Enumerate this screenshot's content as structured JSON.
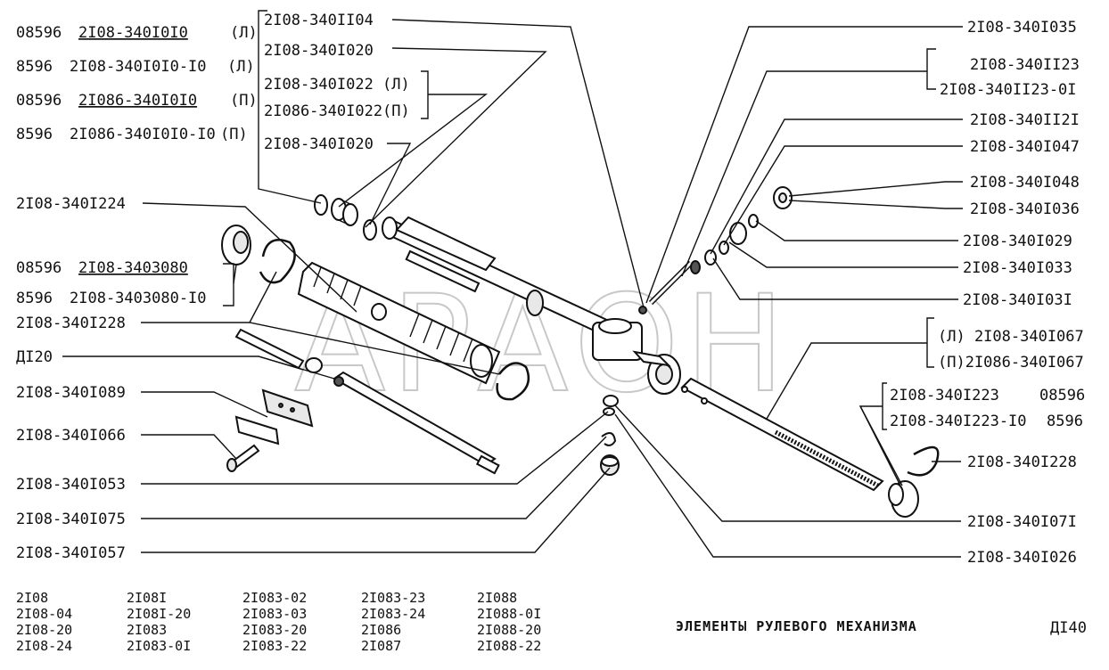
{
  "watermark": "АРАОН",
  "title": "ЭЛЕМЕНТЫ РУЛЕВОГО МЕХАНИЗМА",
  "code": "ДI40",
  "left_labels": [
    {
      "prefix": "08596",
      "part": "2I08-340I0I0",
      "suffix": "(Л)",
      "underline": true
    },
    {
      "prefix": "8596",
      "part": "2I08-340I0I0-I0",
      "suffix": "(Л)",
      "underline": false
    },
    {
      "prefix": "08596",
      "part": "2I086-340I0I0",
      "suffix": "(П)",
      "underline": true
    },
    {
      "prefix": "8596",
      "part": "2I086-340I0I0-I0",
      "suffix": "(П)",
      "underline": false
    }
  ],
  "left_top_group": [
    "2I08-340II04",
    "2I08-340I020",
    "2I08-340I022 (Л)",
    "2I086-340I022(П)",
    "2I08-340I020"
  ],
  "left_mid_labels": {
    "boot": "2I08-340I224",
    "support_a_prefix": "08596",
    "support_a": "2I08-3403080",
    "support_b_prefix": "8596",
    "support_b": "2I08-3403080-I0",
    "clamp": "2I08-340I228",
    "di20": "ДI20",
    "plate": "2I08-340I089",
    "bolt": "2I08-340I066",
    "ring": "2I08-340I053",
    "spring": "2I08-340I075",
    "nut": "2I08-340I057"
  },
  "right_labels": {
    "r1": "2I08-340I035",
    "r2a": "2I08-340II23",
    "r2b": "2I08-340II23-0I",
    "r3": "2I08-340II2I",
    "r4": "2I08-340I047",
    "r5": "2I08-340I048",
    "r6": "2I08-340I036",
    "r7": "2I08-340I029",
    "r8": "2I08-340I033",
    "r9": "2I08-340I03I",
    "r10a": "(Л) 2I08-340I067",
    "r10b": "(П)2I086-340I067",
    "r11a": "2I08-340I223",
    "r11a_code": "08596",
    "r11b": "2I08-340I223-I0",
    "r11b_code": "8596",
    "r12": "2I08-340I228",
    "r13": "2I08-340I07I",
    "r14": "2I08-340I026"
  },
  "models": [
    [
      "2I08",
      "2I08-04",
      "2I08-20",
      "2I08-24"
    ],
    [
      "2I08I",
      "2I08I-20",
      "2I083",
      "2I083-0I"
    ],
    [
      "2I083-02",
      "2I083-03",
      "2I083-20",
      "2I083-22"
    ],
    [
      "2I083-23",
      "2I083-24",
      "2I086",
      "2I087"
    ],
    [
      "2I088",
      "2I088-0I",
      "2I088-20",
      "2I088-22"
    ]
  ]
}
